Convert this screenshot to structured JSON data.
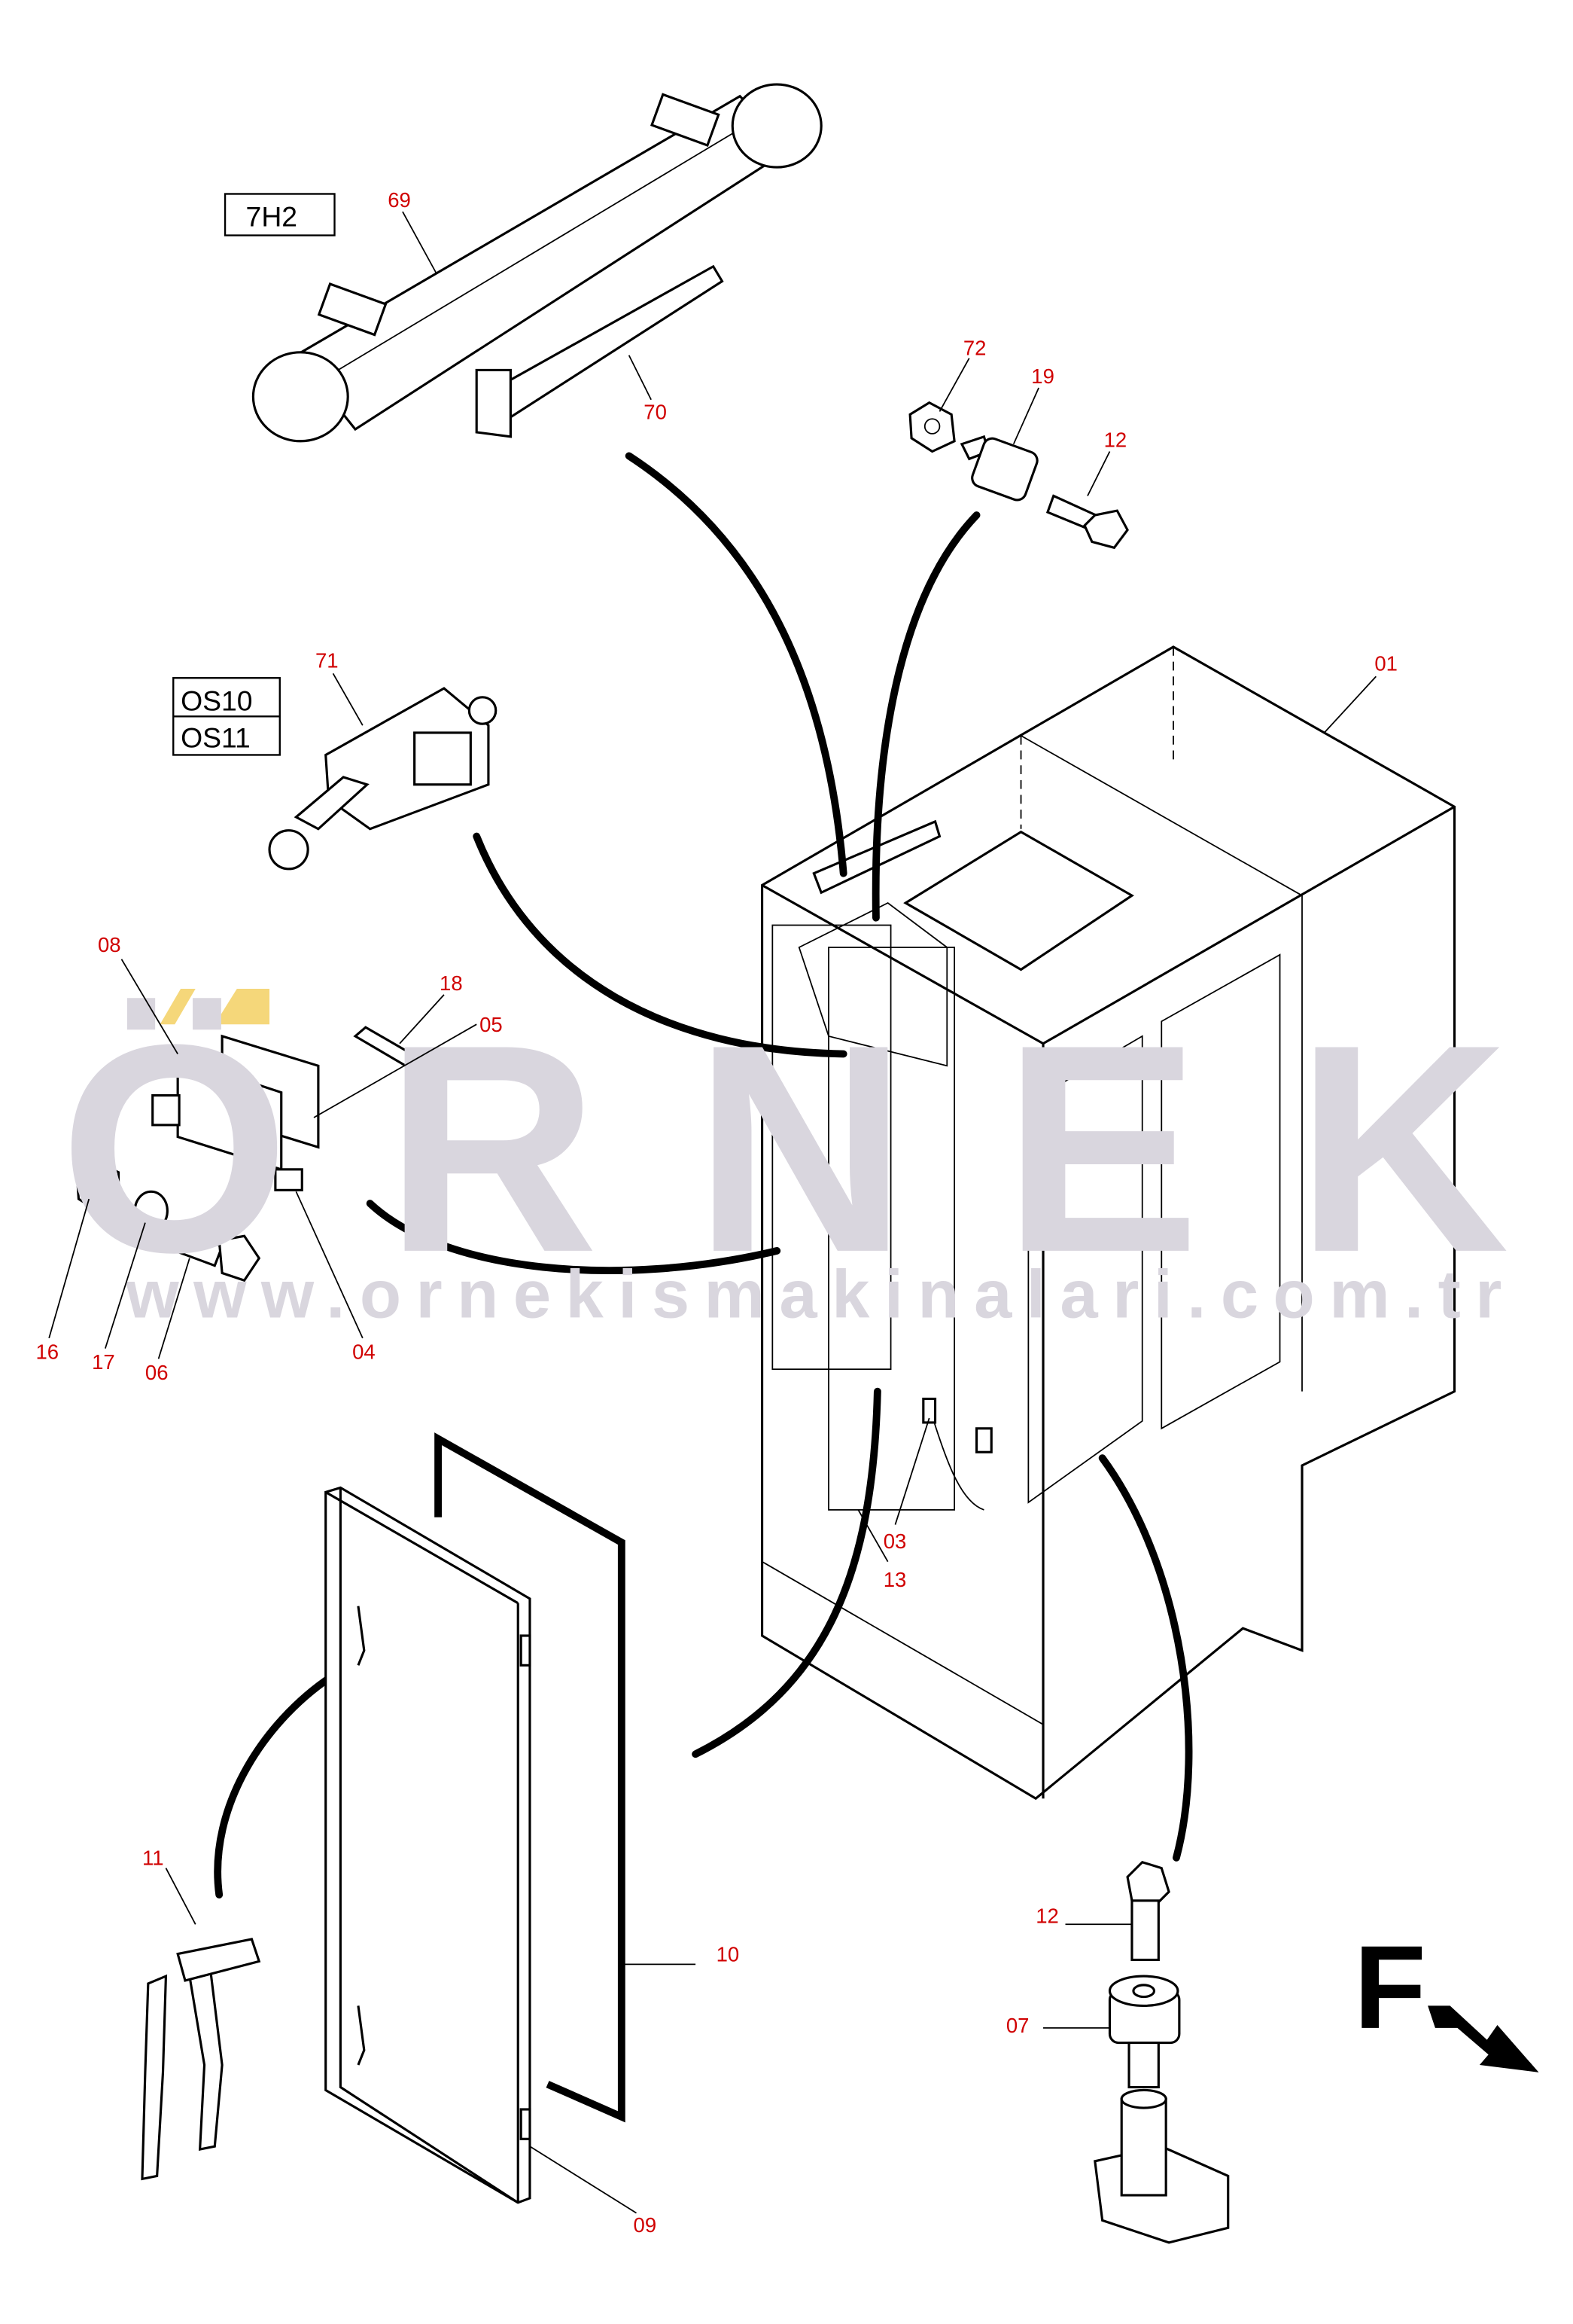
{
  "reference_boxes": {
    "r7h2": "7H2",
    "os10": "OS10",
    "os11": "OS11"
  },
  "callouts": {
    "c69": "69",
    "c70": "70",
    "c72": "72",
    "c19": "19",
    "c12a": "12",
    "c71": "71",
    "c01": "01",
    "c08": "08",
    "c18": "18",
    "c05": "05",
    "c16": "16",
    "c17": "17",
    "c06": "06",
    "c04": "04",
    "c03": "03",
    "c13": "13",
    "c11": "11",
    "c10": "10",
    "c09": "09",
    "c12b": "12",
    "c07": "07"
  },
  "direction_marker": "F",
  "watermark": {
    "logo": "ÖRNEK",
    "url": "www.ornekismakinalari.com.tr"
  },
  "colors": {
    "callout": "#d00000",
    "watermark": "#d9d6de",
    "watermark_accent": "#f5d77a"
  }
}
